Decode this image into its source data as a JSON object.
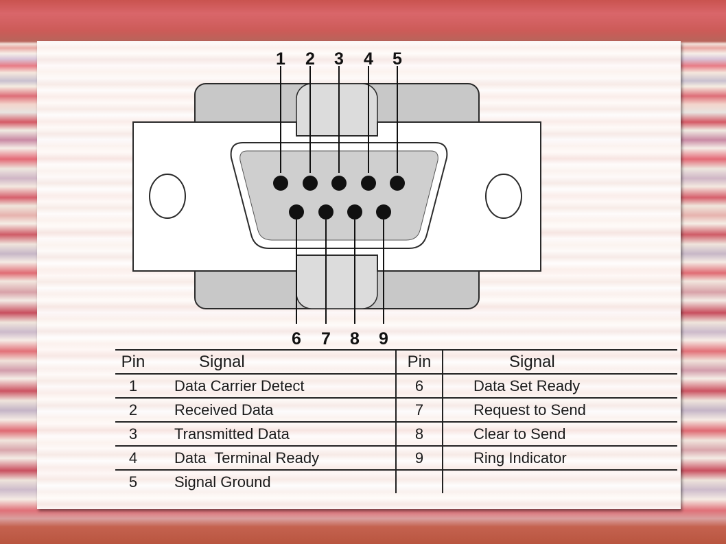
{
  "diagram": {
    "top_pins": [
      "1",
      "2",
      "3",
      "4",
      "5"
    ],
    "bottom_pins": [
      "6",
      "7",
      "8",
      "9"
    ]
  },
  "table": {
    "headers": [
      "Pin",
      "Signal",
      "Pin",
      "Signal"
    ],
    "rows": [
      {
        "pin_a": "1",
        "signal_a": "Data Carrier Detect",
        "pin_b": "6",
        "signal_b": "Data Set Ready"
      },
      {
        "pin_a": "2",
        "signal_a": "Received Data",
        "pin_b": "7",
        "signal_b": "Request to Send"
      },
      {
        "pin_a": "3",
        "signal_a": "Transmitted Data",
        "pin_b": "8",
        "signal_b": "Clear to Send"
      },
      {
        "pin_a": "4",
        "signal_a": "Data  Terminal Ready",
        "pin_b": "9",
        "signal_b": "Ring Indicator"
      },
      {
        "pin_a": "5",
        "signal_a": "Signal Ground",
        "pin_b": "",
        "signal_b": ""
      }
    ]
  },
  "colors": {
    "connector_outline": "#333333",
    "shell_fill": "#c8c8c8",
    "pin_fill": "#111111"
  }
}
